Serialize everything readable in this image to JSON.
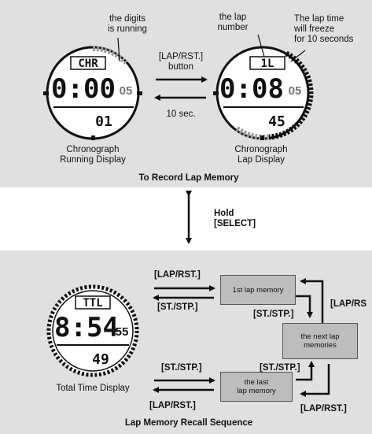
{
  "top": {
    "note_running": "the digits\nis running",
    "note_lap_number": "the lap\nnumber",
    "note_freeze": "The lap time\nwill freeze\nfor 10 seconds",
    "button_label": "[LAP/RST.]\nbutton",
    "return_label": "10 sec.",
    "caption_left": "Chronograph\nRunning Display",
    "caption_right": "Chronograph\nLap Display",
    "section_title": "To Record Lap Memory"
  },
  "middle": {
    "hold_label": "Hold\n[SELECT]"
  },
  "bottom": {
    "box_first": "1st lap memory",
    "box_next": "the next lap\nmemories",
    "box_last": "the last\nlap memory",
    "lap_rst_1": "[LAP/RST.]",
    "st_stp_1": "[ST./STP.]",
    "st_stp_2": "[ST./STP.]",
    "lap_rst_right": "[LAP/RS",
    "st_stp_3": "[ST./STP.]",
    "st_stp_4": "[ST./STP.]",
    "lap_rst_2": "[LAP/RST.]",
    "lap_rst_3": "[LAP/RST.]",
    "caption_total": "Total Time Display",
    "section_title": "Lap Memory Recall Sequence"
  },
  "watches": {
    "running": {
      "mode": "CHR",
      "main": "0:00",
      "sub": "05",
      "bottom": "01"
    },
    "lap": {
      "mode": "1L",
      "main": "0:08",
      "sub": "05",
      "bottom": "45"
    },
    "total": {
      "mode": "TTL",
      "main": "8:54",
      "sub": "55",
      "bottom": "49"
    }
  }
}
